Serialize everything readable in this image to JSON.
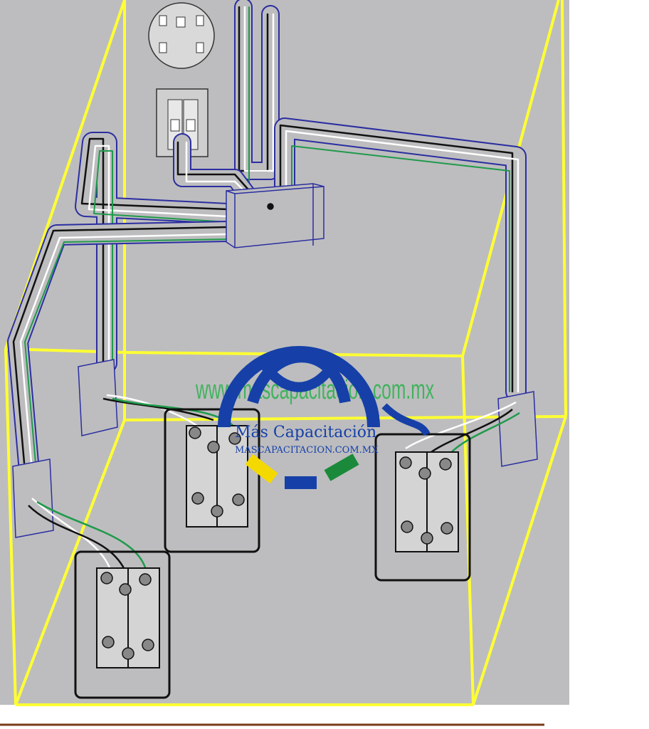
{
  "watermark": {
    "url_text": "www.mascapacitacion.com.mx",
    "brand_name": "Más Capacitación",
    "brand_domain": "MASCAPACITACION.COM.MX"
  },
  "colors": {
    "room_wall": "#bdbdbf",
    "room_edge": "#ffff33",
    "conduit": "#2b2ea0",
    "wire_black": "#111111",
    "wire_white": "#ffffff",
    "wire_green": "#1f9a4a",
    "brand_blue": "#1640a8",
    "brand_yellow": "#f4d900",
    "brand_green": "#1a8a3a",
    "url_green": "#2bb24c",
    "floor_line": "#7a3a1a"
  },
  "components": [
    "meter-base",
    "breaker-panel",
    "junction-box",
    "three-way-switch-1",
    "three-way-switch-2",
    "three-way-switch-3"
  ]
}
